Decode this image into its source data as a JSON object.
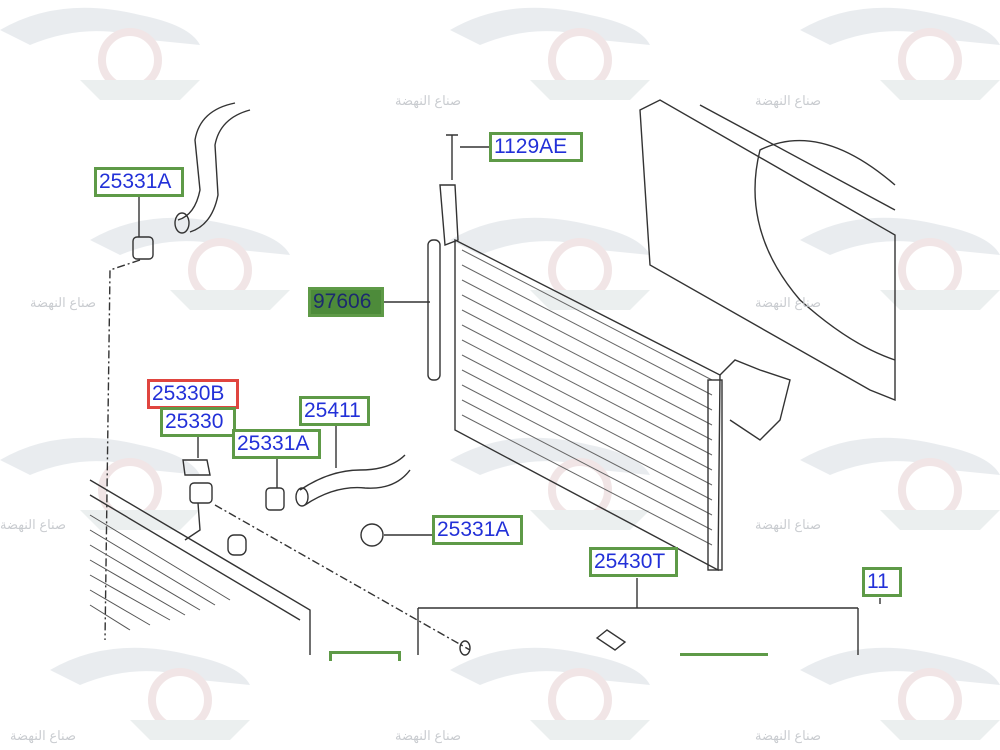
{
  "watermark": {
    "text": "صناع النهضة"
  },
  "callouts": [
    {
      "id": "c1",
      "label": "25331A"
    },
    {
      "id": "c2",
      "label": "1129AE"
    },
    {
      "id": "c3",
      "label": "97606"
    },
    {
      "id": "c4",
      "label": "25330B"
    },
    {
      "id": "c5",
      "label": "25330"
    },
    {
      "id": "c6",
      "label": "25411"
    },
    {
      "id": "c7",
      "label": "25331A"
    },
    {
      "id": "c8",
      "label": "25331A"
    },
    {
      "id": "c9",
      "label": "25430T"
    },
    {
      "id": "c10",
      "label": "11"
    },
    {
      "id": "c11",
      "label": ""
    },
    {
      "id": "c12",
      "label": ""
    }
  ],
  "colors": {
    "callout_border": "#5e9a47",
    "selected_border": "#e0453f",
    "label_text": "#2230d8"
  }
}
